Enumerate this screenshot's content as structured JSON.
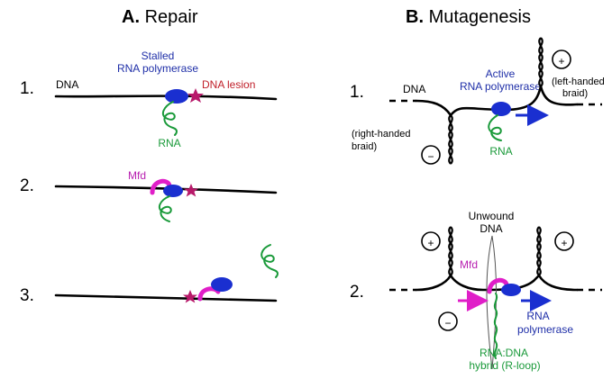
{
  "panel_a": {
    "title_letter": "A.",
    "title_text": "Repair",
    "step1": {
      "number": "1.",
      "dna_label": "DNA",
      "polymerase_label_line1": "Stalled",
      "polymerase_label_line2": "RNA polymerase",
      "lesion_label": "DNA lesion",
      "rna_label": "RNA"
    },
    "step2": {
      "number": "2.",
      "mfd_label": "Mfd"
    },
    "step3": {
      "number": "3."
    }
  },
  "panel_b": {
    "title_letter": "B.",
    "title_text": "Mutagenesis",
    "step1": {
      "number": "1.",
      "dna_label": "DNA",
      "polymerase_label_line1": "Active",
      "polymerase_label_line2": "RNA polymerase",
      "left_braid_line1": "(left-handed",
      "left_braid_line2": "braid)",
      "right_braid_line1": "(right-handed",
      "right_braid_line2": "braid)",
      "rna_label": "RNA",
      "plus_symbol": "+",
      "minus_symbol": "−"
    },
    "step2": {
      "number": "2.",
      "unwound_line1": "Unwound",
      "unwound_line2": "DNA",
      "mfd_label": "Mfd",
      "polymerase_line1": "RNA",
      "polymerase_line2": "polymerase",
      "hybrid_line1": "RNA:DNA",
      "hybrid_line2": "hybrid (R-loop)",
      "plus_symbol": "+",
      "minus_symbol": "−"
    }
  },
  "colors": {
    "polymerase": "#1a2fd0",
    "polymerase_text": "#1f2fa8",
    "lesion": "#b8196a",
    "lesion_text": "#c0202a",
    "rna": "#1a9a3a",
    "mfd": "#e01ec8",
    "mfd_text": "#b81fb0"
  }
}
